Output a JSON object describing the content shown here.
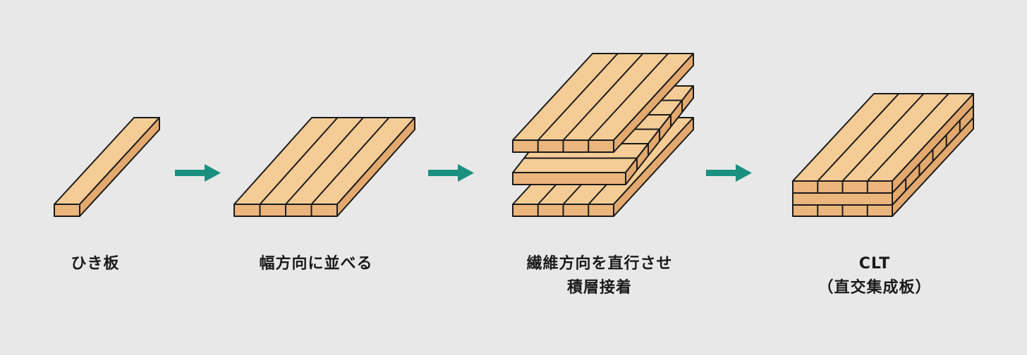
{
  "colors": {
    "background": "#e8e8e8",
    "wood_top": "#f5cc95",
    "wood_front": "#ebb57d",
    "wood_side": "#e3a96e",
    "outline": "#1a1a1a",
    "arrow": "#1a9080"
  },
  "steps": [
    {
      "label_lines": [
        "ひき板"
      ]
    },
    {
      "label_lines": [
        "幅方向に並べる"
      ]
    },
    {
      "label_lines": [
        "繊維方向を直行させ",
        "積層接着"
      ]
    },
    {
      "label_lines": [
        "CLT",
        "（直交集成板）"
      ]
    }
  ],
  "arrows": [
    {
      "icon": "arrow-right-icon"
    },
    {
      "icon": "arrow-right-icon"
    },
    {
      "icon": "arrow-right-icon"
    }
  ]
}
